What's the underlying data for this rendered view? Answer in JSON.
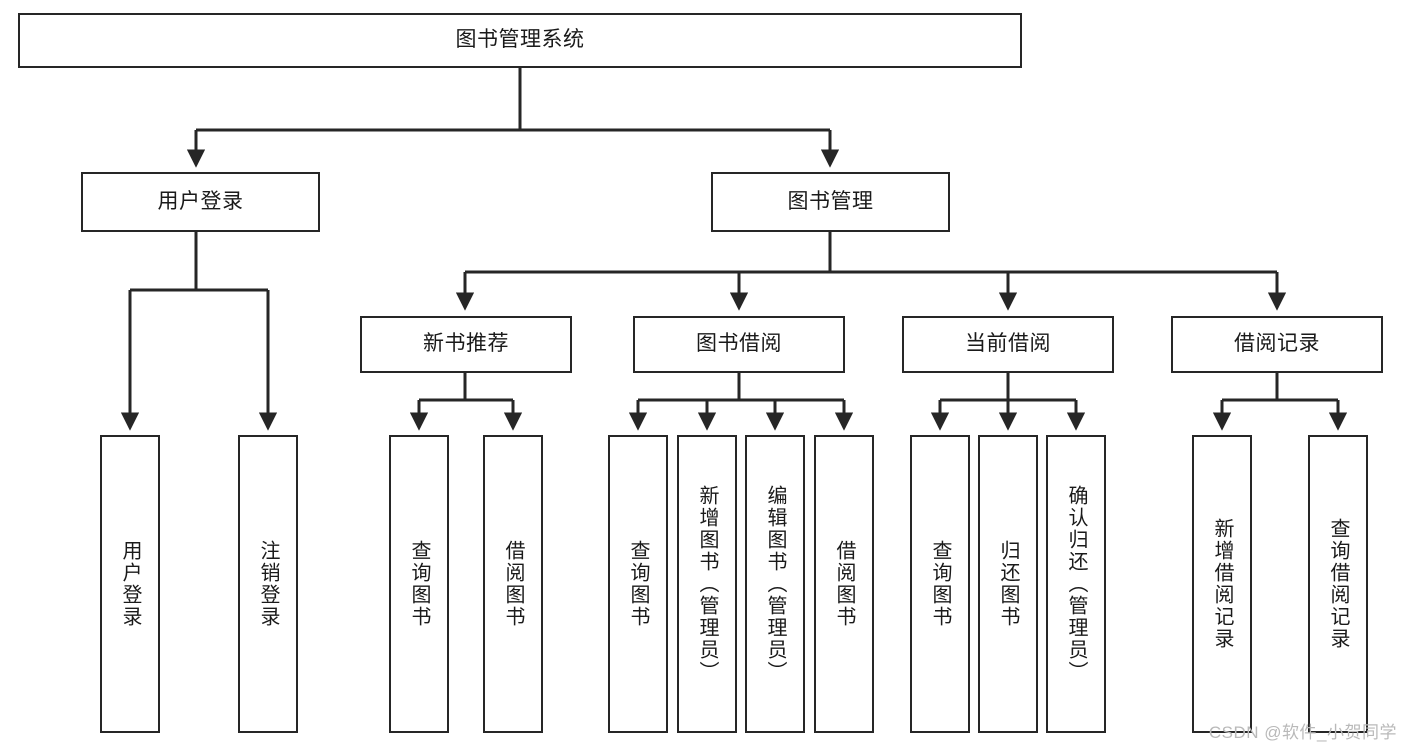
{
  "diagram": {
    "title": "图书管理系统",
    "type": "tree",
    "watermark": "CSDN @软件_小贺同学",
    "colors": {
      "box_border": "#262626",
      "box_fill": "#ffffff",
      "connector": "#262626",
      "text": "#1a1a1a",
      "watermark": "#b9b9b9"
    },
    "nodes": {
      "root": {
        "label": "图书管理系统"
      },
      "level2": [
        {
          "id": "user-login",
          "label": "用户登录"
        },
        {
          "id": "book-management",
          "label": "图书管理"
        }
      ],
      "level3": [
        {
          "id": "new-book-recommend",
          "label": "新书推荐"
        },
        {
          "id": "book-borrow",
          "label": "图书借阅"
        },
        {
          "id": "current-borrow",
          "label": "当前借阅"
        },
        {
          "id": "borrow-record",
          "label": "借阅记录"
        }
      ],
      "leaves": [
        {
          "id": "leaf-user-login",
          "label": "用户登录",
          "parent": "user-login"
        },
        {
          "id": "leaf-logout",
          "label": "注销登录",
          "parent": "user-login"
        },
        {
          "id": "leaf-query-book-1",
          "label": "查询图书",
          "parent": "new-book-recommend"
        },
        {
          "id": "leaf-borrow-book-1",
          "label": "借阅图书",
          "parent": "new-book-recommend"
        },
        {
          "id": "leaf-query-book-2",
          "label": "查询图书",
          "parent": "book-borrow"
        },
        {
          "id": "leaf-add-book",
          "label": "新增图书（管理员）",
          "parent": "book-borrow"
        },
        {
          "id": "leaf-edit-book",
          "label": "编辑图书（管理员）",
          "parent": "book-borrow"
        },
        {
          "id": "leaf-borrow-book-2",
          "label": "借阅图书",
          "parent": "book-borrow"
        },
        {
          "id": "leaf-query-book-3",
          "label": "查询图书",
          "parent": "current-borrow"
        },
        {
          "id": "leaf-return-book",
          "label": "归还图书",
          "parent": "current-borrow"
        },
        {
          "id": "leaf-confirm-return",
          "label": "确认归还（管理员）",
          "parent": "current-borrow"
        },
        {
          "id": "leaf-add-record",
          "label": "新增借阅记录",
          "parent": "borrow-record"
        },
        {
          "id": "leaf-query-record",
          "label": "查询借阅记录",
          "parent": "borrow-record"
        }
      ]
    }
  }
}
